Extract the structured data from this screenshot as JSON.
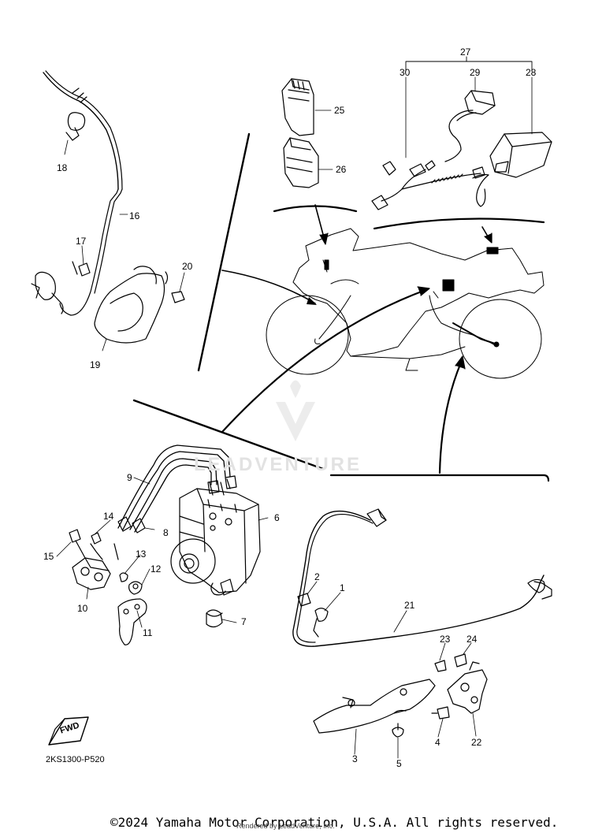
{
  "callouts": [
    {
      "id": "1",
      "label": "1"
    },
    {
      "id": "2",
      "label": "2"
    },
    {
      "id": "3",
      "label": "3"
    },
    {
      "id": "4",
      "label": "4"
    },
    {
      "id": "5",
      "label": "5"
    },
    {
      "id": "6",
      "label": "6"
    },
    {
      "id": "7",
      "label": "7"
    },
    {
      "id": "8",
      "label": "8"
    },
    {
      "id": "9",
      "label": "9"
    },
    {
      "id": "10",
      "label": "10"
    },
    {
      "id": "11",
      "label": "11"
    },
    {
      "id": "12",
      "label": "12"
    },
    {
      "id": "13",
      "label": "13"
    },
    {
      "id": "14",
      "label": "14"
    },
    {
      "id": "15",
      "label": "15"
    },
    {
      "id": "16",
      "label": "16"
    },
    {
      "id": "17",
      "label": "17"
    },
    {
      "id": "18",
      "label": "18"
    },
    {
      "id": "19",
      "label": "19"
    },
    {
      "id": "20",
      "label": "20"
    },
    {
      "id": "21",
      "label": "21"
    },
    {
      "id": "22",
      "label": "22"
    },
    {
      "id": "23",
      "label": "23"
    },
    {
      "id": "24",
      "label": "24"
    },
    {
      "id": "25",
      "label": "25"
    },
    {
      "id": "26",
      "label": "26"
    },
    {
      "id": "27",
      "label": "27"
    },
    {
      "id": "28",
      "label": "28"
    },
    {
      "id": "29",
      "label": "29"
    },
    {
      "id": "30",
      "label": "30"
    }
  ],
  "fwd_label": "FWD",
  "diagram_code": "2KS1300-P520",
  "copyright": "©2024 Yamaha Motor Corporation, U.S.A. All rights reserved.",
  "rendered_by": "Rendered by LeadVenture, Inc.",
  "watermark_text": "LEADVENTURE"
}
